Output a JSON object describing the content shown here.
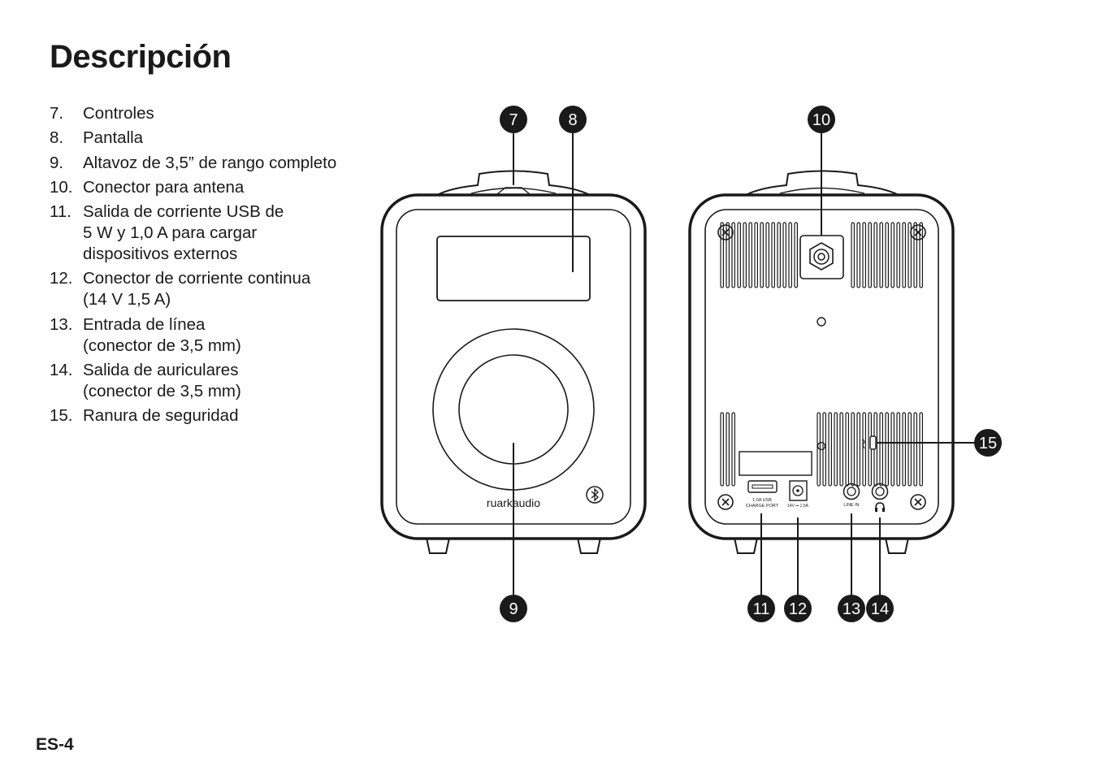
{
  "page": {
    "title": "Descripción",
    "page_number": "ES-4"
  },
  "parts": [
    {
      "num": "7.",
      "text": "Controles"
    },
    {
      "num": "8.",
      "text": "Pantalla"
    },
    {
      "num": "9.",
      "text": "Altavoz de 3,5” de rango completo"
    },
    {
      "num": "10.",
      "text": "Conector para antena"
    },
    {
      "num": "11.",
      "text": "Salida de corriente USB de\n5 W y 1,0 A para cargar\ndispositivos externos"
    },
    {
      "num": "12.",
      "text": "Conector de corriente continua\n(14 V 1,5 A)"
    },
    {
      "num": "13.",
      "text": "Entrada de línea\n(conector de 3,5 mm)"
    },
    {
      "num": "14.",
      "text": "Salida de auriculares\n(conector de 3,5 mm)"
    },
    {
      "num": "15.",
      "text": "Ranura de seguridad"
    }
  ],
  "diagram": {
    "brand": "ruarkaudio",
    "callouts": [
      "7",
      "8",
      "9",
      "10",
      "11",
      "12",
      "13",
      "14",
      "15"
    ],
    "port_labels": {
      "usb_line1": "1.0A USB",
      "usb_line2": "CHARGE PORT",
      "dc": "14V ⎓ 1.5A",
      "line_in": "LINE IN"
    },
    "icons": [
      "bluetooth-icon",
      "headphones-icon",
      "security-lock-icon",
      "screw-icon",
      "antenna-connector-icon"
    ]
  }
}
